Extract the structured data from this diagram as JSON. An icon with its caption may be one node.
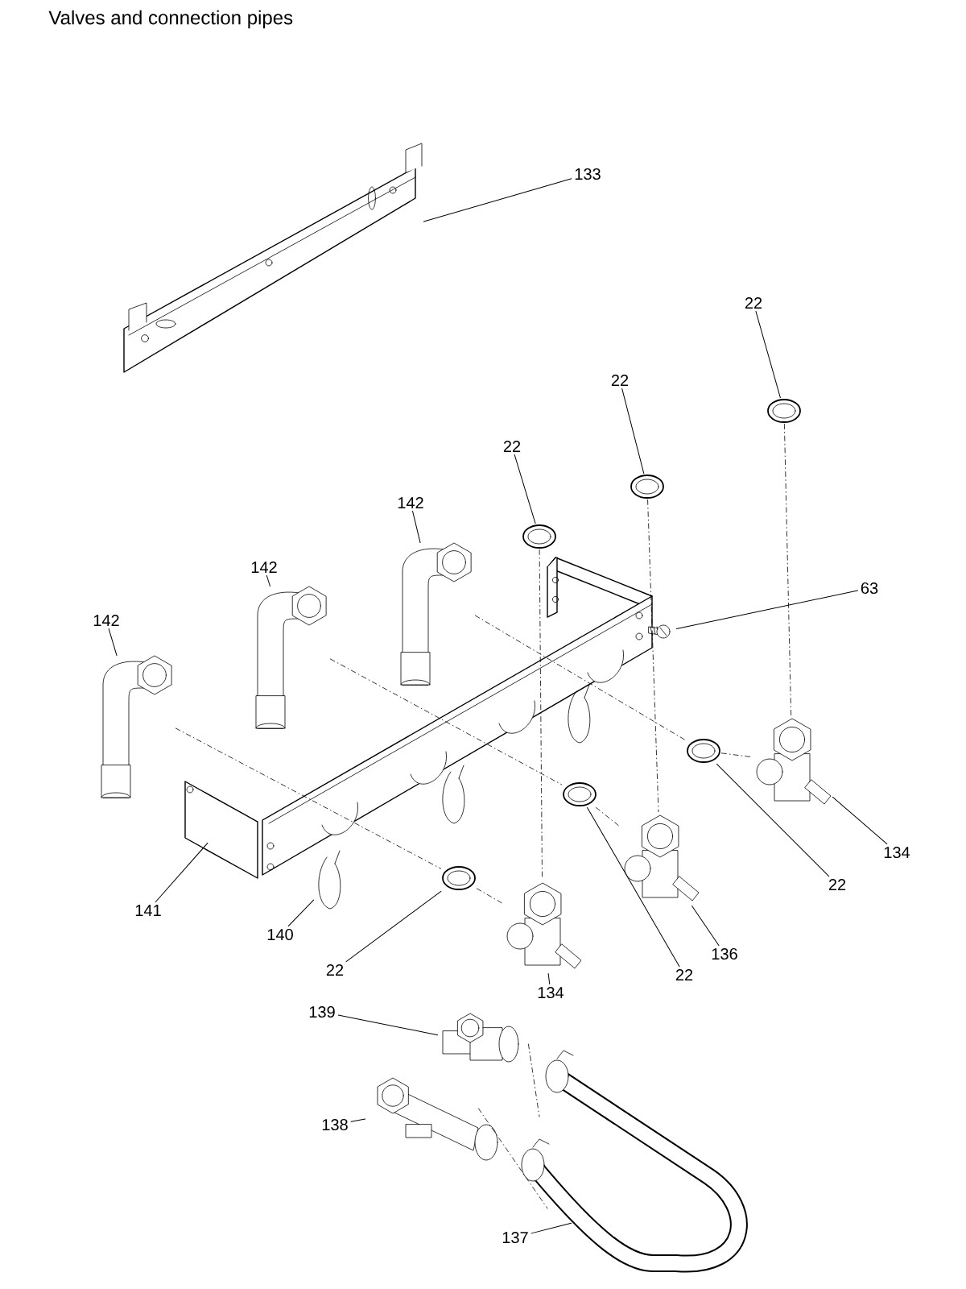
{
  "diagram": {
    "title": "Valves and connection pipes",
    "nodes": [
      {
        "text": [
          "133"
        ]
      },
      {
        "text": [],
        "shape": "picture"
      },
      {
        "text": [
          "22"
        ]
      },
      {
        "text": [],
        "shape": "picture"
      },
      {
        "text": [
          "22"
        ]
      },
      {
        "text": [],
        "shape": "picture"
      },
      {
        "text": [
          "22"
        ]
      },
      {
        "text": [],
        "shape": "picture"
      },
      {
        "text": [
          "63"
        ]
      },
      {
        "text": [],
        "shape": "picture"
      },
      {
        "text": [
          "142"
        ]
      },
      {
        "text": [],
        "shape": "picture"
      },
      {
        "text": [
          "142"
        ]
      },
      {
        "text": [],
        "shape": "picture"
      },
      {
        "text": [
          "142"
        ]
      },
      {
        "text": [],
        "shape": "picture"
      },
      {
        "text": [
          "141"
        ]
      },
      {
        "text": [],
        "shape": "picture"
      },
      {
        "text": [
          "140"
        ]
      },
      {
        "text": [],
        "shape": "picture"
      },
      {
        "text": [
          "22"
        ]
      },
      {
        "text": [],
        "shape": "picture"
      },
      {
        "text": [
          "134"
        ]
      },
      {
        "text": [],
        "shape": "picture"
      },
      {
        "text": [
          "22"
        ]
      },
      {
        "text": [],
        "shape": "picture"
      },
      {
        "text": [
          "136"
        ]
      },
      {
        "text": [],
        "shape": "picture"
      },
      {
        "text": [
          "22"
        ]
      },
      {
        "text": [],
        "shape": "picture"
      },
      {
        "text": [
          "134"
        ]
      },
      {
        "text": [],
        "shape": "picture"
      },
      {
        "text": [
          "139"
        ]
      },
      {
        "text": [],
        "shape": "picture"
      },
      {
        "text": [
          "138"
        ]
      },
      {
        "text": [],
        "shape": "picture"
      },
      {
        "text": [
          "137"
        ]
      },
      {
        "text": [],
        "shape": "picture"
      }
    ],
    "edges": [
      {
        "from": 0,
        "to": 1,
        "arrow": "none"
      },
      {
        "from": 2,
        "to": 3,
        "arrow": "none"
      },
      {
        "from": 4,
        "to": 5,
        "arrow": "none"
      },
      {
        "from": 6,
        "to": 7,
        "arrow": "none"
      },
      {
        "from": 8,
        "to": 9,
        "arrow": "none"
      },
      {
        "from": 10,
        "to": 11,
        "arrow": "none"
      },
      {
        "from": 12,
        "to": 13,
        "arrow": "none"
      },
      {
        "from": 14,
        "to": 15,
        "arrow": "none"
      },
      {
        "from": 16,
        "to": 17,
        "arrow": "none"
      },
      {
        "from": 18,
        "to": 19,
        "arrow": "none"
      },
      {
        "from": 20,
        "to": 21,
        "arrow": "none"
      },
      {
        "from": 22,
        "to": 23,
        "arrow": "none"
      },
      {
        "from": 24,
        "to": 25,
        "arrow": "none"
      },
      {
        "from": 26,
        "to": 27,
        "arrow": "none"
      },
      {
        "from": 28,
        "to": 29,
        "arrow": "none"
      },
      {
        "from": 30,
        "to": 31,
        "arrow": "none"
      },
      {
        "from": 32,
        "to": 33,
        "arrow": "none"
      },
      {
        "from": 34,
        "to": 35,
        "arrow": "none"
      },
      {
        "from": 36,
        "to": 37,
        "arrow": "none"
      },
      {
        "from": 3,
        "to": 31,
        "arrow": "none",
        "style": "dashed"
      },
      {
        "from": 5,
        "to": 27,
        "arrow": "none",
        "style": "dashed"
      },
      {
        "from": 7,
        "to": 23,
        "arrow": "none",
        "style": "dashed"
      },
      {
        "from": 11,
        "to": 29,
        "arrow": "none",
        "style": "dashed"
      },
      {
        "from": 29,
        "to": 31,
        "arrow": "none",
        "style": "dashed"
      },
      {
        "from": 13,
        "to": 25,
        "arrow": "none",
        "style": "dashed"
      },
      {
        "from": 25,
        "to": 27,
        "arrow": "none",
        "style": "dashed"
      },
      {
        "from": 15,
        "to": 21,
        "arrow": "none",
        "style": "dashed"
      },
      {
        "from": 21,
        "to": 23,
        "arrow": "none",
        "style": "dashed"
      },
      {
        "from": 33,
        "to": 37,
        "arrow": "none",
        "style": "dashed"
      },
      {
        "from": 35,
        "to": 37,
        "arrow": "none",
        "style": "dashed"
      }
    ]
  }
}
